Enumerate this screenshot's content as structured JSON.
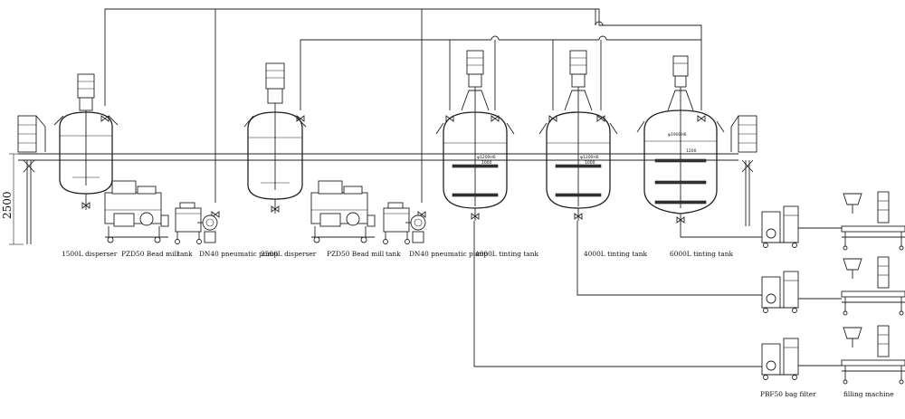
{
  "labels": {
    "disperser_1500": "1500L disperser",
    "bead_mill_1": "PZD50 Bead mill",
    "tank_1": "tank",
    "pump_1": "DN40 pneumatic pump",
    "disperser_2500": "2500L disperser",
    "bead_mill_2": "PZD50 Bead mill",
    "tank_2": "tank",
    "pump_2": "DN40 pneumatic pump",
    "tinting_4000_a": "4000L tinting tank",
    "tinting_4000_b": "4000L tinting tank",
    "tinting_6000": "6000L tinting tank",
    "bag_filter": "PBF50 bag filter",
    "filling_machine": "filling machine"
  },
  "dimensions": {
    "height": "2500",
    "tank_a_dia": "φ1200H6",
    "tank_a_w": "1000",
    "tank_b_dia": "φ1200H6",
    "tank_b_w": "1000",
    "tank_c_dia": "φ1900H6",
    "tank_c_w": "1200"
  }
}
